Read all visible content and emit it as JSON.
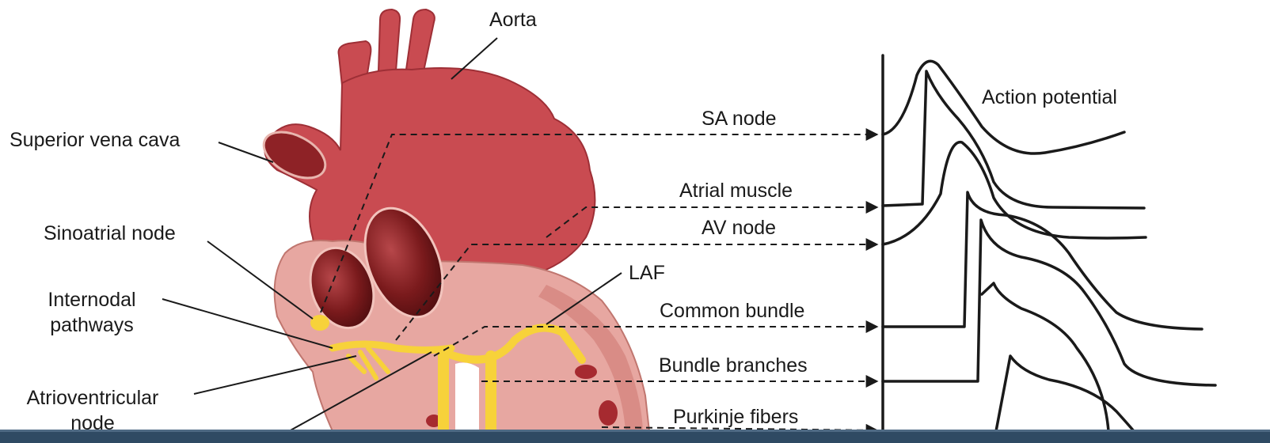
{
  "labels": {
    "aorta": "Aorta",
    "superior_vena_cava": "Superior vena cava",
    "sinoatrial_node": "Sinoatrial node",
    "internodal_pathways_line1": "Internodal",
    "internodal_pathways_line2": "pathways",
    "atrioventricular_node_line1": "Atrioventricular",
    "atrioventricular_node_line2": "node",
    "laf": "LAF",
    "action_potential": "Action potential",
    "sa_node": "SA node",
    "atrial_muscle": "Atrial muscle",
    "av_node": "AV node",
    "common_bundle": "Common bundle",
    "bundle_branches": "Bundle branches",
    "purkinje_fibers": "Purkinje fibers"
  },
  "colors": {
    "heart_outer": "#c94b51",
    "heart_outline": "#9e2f36",
    "heart_inner_pink": "#e7a7a1",
    "heart_opening": "#7a1a1c",
    "conduction_yellow": "#f7d23a",
    "ink": "#1a1a1a",
    "bottom_bar": "#2f4a63"
  }
}
